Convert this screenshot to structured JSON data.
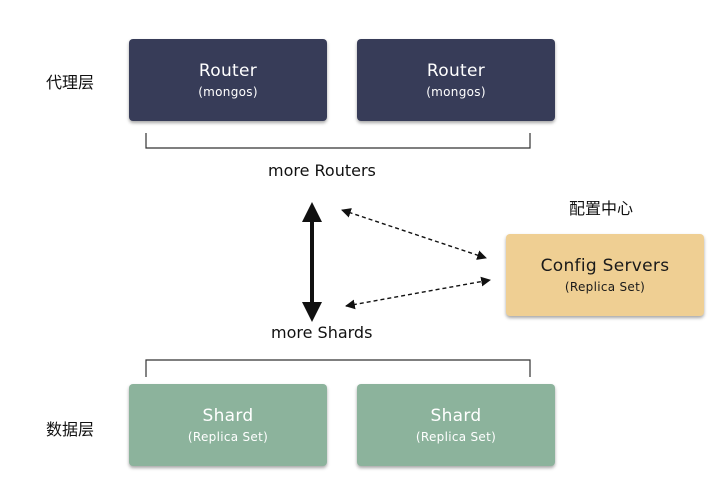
{
  "layers": {
    "proxy": {
      "label": "代理层"
    },
    "data": {
      "label": "数据层"
    },
    "config_center": {
      "label": "配置中心"
    }
  },
  "routers": [
    {
      "title": "Router",
      "subtitle": "(mongos)"
    },
    {
      "title": "Router",
      "subtitle": "(mongos)"
    }
  ],
  "shards": [
    {
      "title": "Shard",
      "subtitle": "(Replica Set)"
    },
    {
      "title": "Shard",
      "subtitle": "(Replica Set)"
    }
  ],
  "config_servers": {
    "title": "Config Servers",
    "subtitle": "(Replica Set)"
  },
  "captions": {
    "more_routers": "more Routers",
    "more_shards": "more Shards"
  },
  "colors": {
    "router": "#373c58",
    "shard": "#8cb39c",
    "config": "#efcf93"
  }
}
